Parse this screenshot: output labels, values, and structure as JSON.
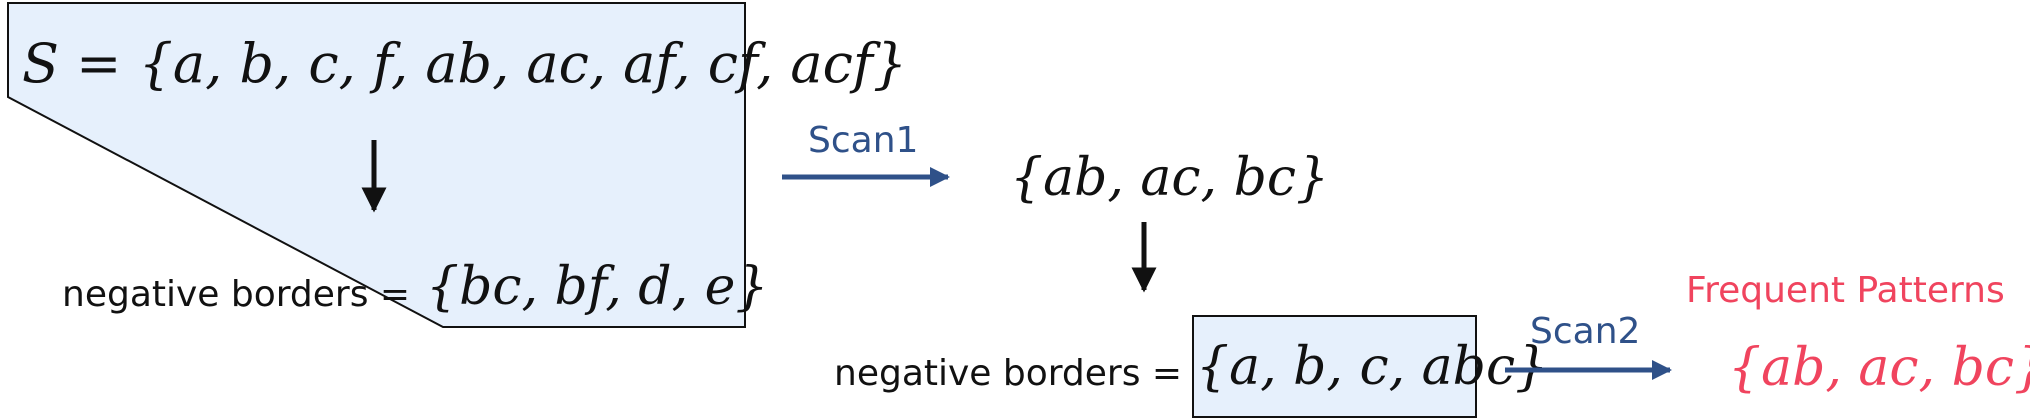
{
  "colors": {
    "box_fill": "#e6f0fc",
    "box_stroke": "#111111",
    "scan_arrow": "#2f5189",
    "highlight": "#f0445e",
    "text": "#111111"
  },
  "initial_set": "S = {a, b, c, f, ab, ac, af, cf, acf}",
  "negative_borders_1": {
    "label": "negative borders =",
    "set": "{bc, bf, d, e}"
  },
  "scan1": {
    "label": "Scan1",
    "result": "{ab, ac, bc}"
  },
  "negative_borders_2": {
    "label": "negative borders =",
    "set": "{a, b, c, abc}"
  },
  "scan2": {
    "label": "Scan2"
  },
  "frequent_patterns": {
    "title": "Frequent Patterns",
    "set": "{ab, ac, bc}"
  }
}
